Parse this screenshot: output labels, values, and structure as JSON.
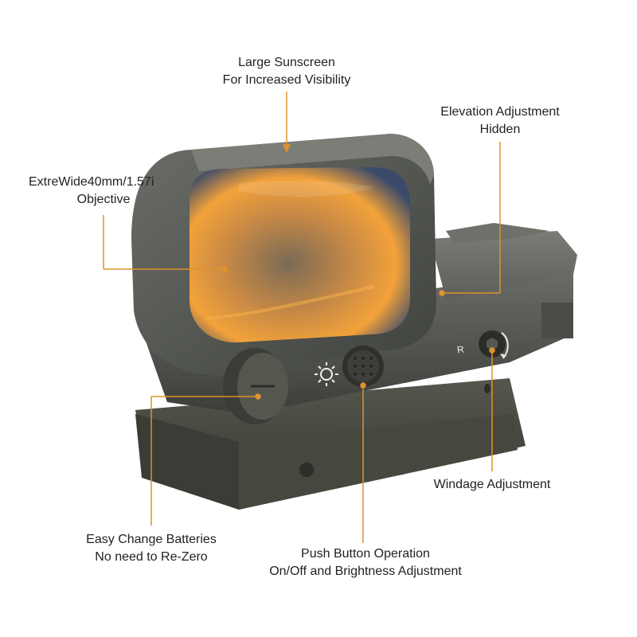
{
  "callouts": {
    "sunscreen": {
      "line1": "Large Sunscreen",
      "line2": "For Increased Visibility"
    },
    "elevation": {
      "line1": "Elevation Adjustment",
      "line2": "Hidden"
    },
    "objective": {
      "line1": "ExtreWide40mm/1.57i",
      "line2": "Objective"
    },
    "windage": {
      "line1": "Windage Adjustment"
    },
    "batteries": {
      "line1": "Easy Change Batteries",
      "line2": "No need to Re-Zero"
    },
    "button": {
      "line1": "Push Button Operation",
      "line2": "On/Off and Brightness Adjustment"
    }
  },
  "markings": {
    "rotation_letter": "R"
  },
  "colors": {
    "leader": "#e0912b",
    "body": "#4a4d48",
    "lens_orange": "#f3a23a",
    "background": "#ffffff"
  }
}
